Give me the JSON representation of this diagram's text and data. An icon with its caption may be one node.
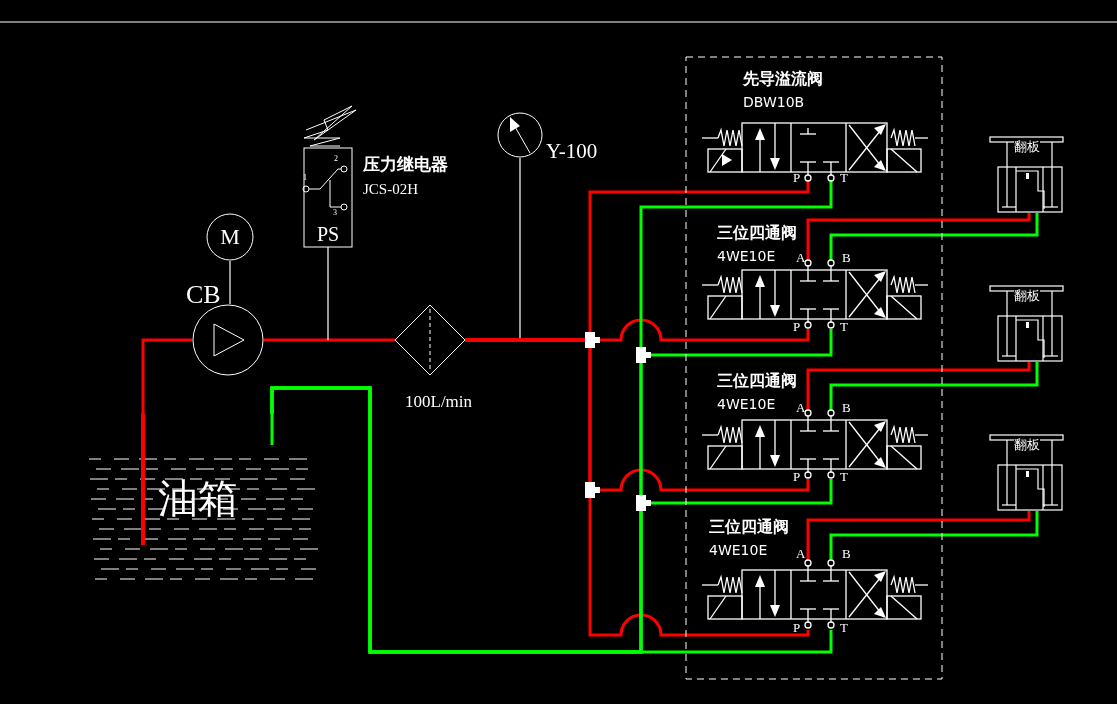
{
  "diagram": {
    "nodes": [
      {
        "text": [
          "油箱"
        ]
      },
      {
        "text": [
          "M"
        ]
      },
      {
        "text": [],
        "shape": "circle",
        "beside": [
          "CB"
        ]
      },
      {
        "text": [
          "PS"
        ],
        "beside": [
          "压力继电器",
          "JCS-02H"
        ]
      },
      {
        "text": [],
        "shape": "diamond",
        "beside": [
          "100L/min"
        ]
      },
      {
        "text": [],
        "shape": "circle",
        "beside": [
          "Y-100"
        ]
      },
      {
        "text": [],
        "shape": "box"
      },
      {
        "text": [
          "先导溢流阀",
          "DBW10B"
        ],
        "in": 6
      },
      {
        "text": [
          "三位四通阀",
          "4WE10E"
        ],
        "in": 6
      },
      {
        "text": [
          "三位四通阀",
          "4WE10E"
        ],
        "in": 6
      },
      {
        "text": [
          "三位四通阀",
          "4WE10E"
        ],
        "in": 6
      },
      {
        "text": [
          "翻板"
        ]
      },
      {
        "text": [
          "翻板"
        ]
      },
      {
        "text": [
          "翻板"
        ]
      }
    ],
    "edges": [
      {
        "from": 1,
        "to": 2,
        "arrow": "none",
        "color": "#ffffff"
      },
      {
        "from": 0,
        "to": 2,
        "arrow": "none",
        "color": "#ff0000"
      },
      {
        "from": 2,
        "to": 4,
        "arrow": "none",
        "color": "#ff0000"
      },
      {
        "from": 3,
        "to": null,
        "arrow": "none",
        "color": "#ffffff"
      },
      {
        "from": 5,
        "to": null,
        "arrow": "none",
        "color": "#ffffff"
      },
      {
        "from": 4,
        "to": 7,
        "arrow": "none",
        "color": "#ff0000"
      },
      {
        "from": 4,
        "to": 8,
        "arrow": "none",
        "color": "#ff0000"
      },
      {
        "from": 4,
        "to": 9,
        "arrow": "none",
        "color": "#ff0000"
      },
      {
        "from": 4,
        "to": 10,
        "arrow": "none",
        "color": "#ff0000"
      },
      {
        "from": 7,
        "to": 0,
        "arrow": "none",
        "color": "#00ff00"
      },
      {
        "from": 8,
        "to": 0,
        "arrow": "none",
        "color": "#00ff00"
      },
      {
        "from": 9,
        "to": 0,
        "arrow": "none",
        "color": "#00ff00"
      },
      {
        "from": 10,
        "to": 0,
        "arrow": "none",
        "color": "#00ff00"
      },
      {
        "from": 8,
        "to": 11,
        "arrow": "none",
        "color": "#ff0000"
      },
      {
        "from": 8,
        "to": 11,
        "arrow": "none",
        "color": "#00ff00"
      },
      {
        "from": 9,
        "to": 12,
        "arrow": "none",
        "color": "#ff0000"
      },
      {
        "from": 9,
        "to": 12,
        "arrow": "none",
        "color": "#00ff00"
      },
      {
        "from": 10,
        "to": 13,
        "arrow": "none",
        "color": "#ff0000"
      },
      {
        "from": 10,
        "to": 13,
        "arrow": "none",
        "color": "#00ff00"
      }
    ],
    "labels": [
      "2",
      "1",
      "3",
      "P",
      "T",
      "A",
      "B",
      "P",
      "T",
      "A",
      "B",
      "P",
      "T",
      "A",
      "B",
      "P",
      "T"
    ]
  }
}
